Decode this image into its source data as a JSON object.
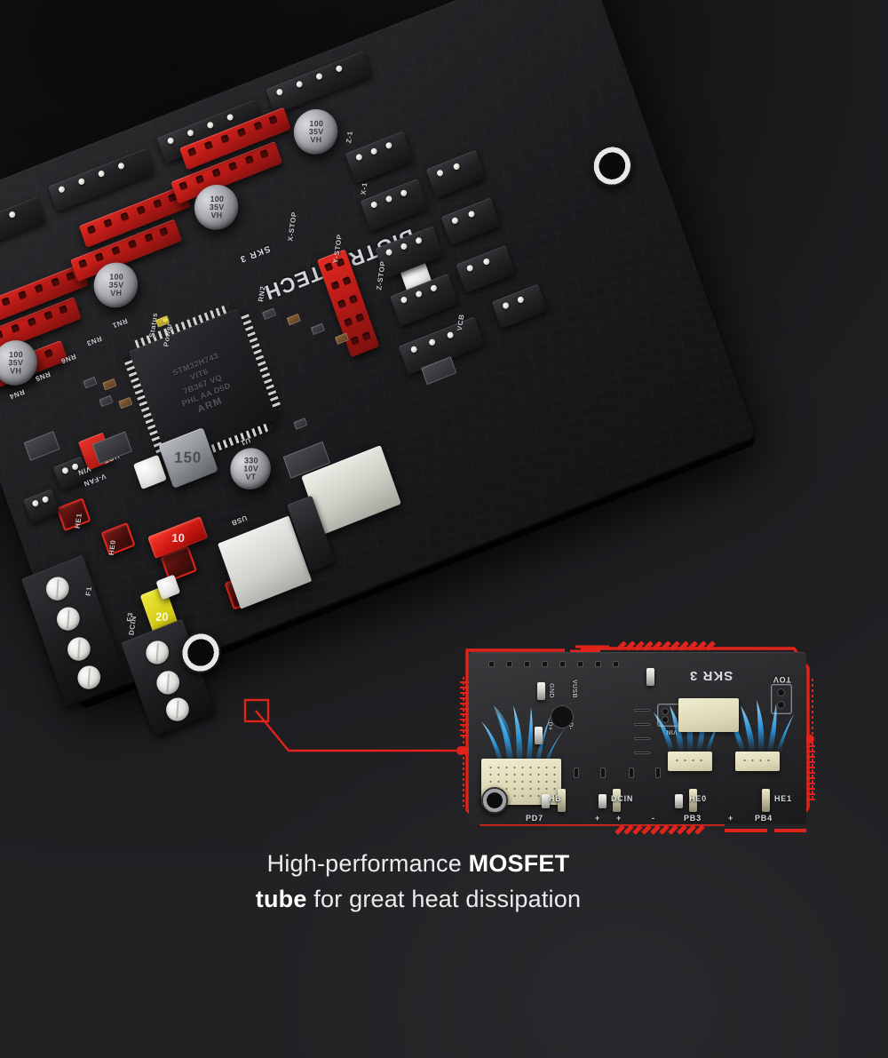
{
  "page": {
    "background_color": "#1c1c1e",
    "accent_color": "#e0231b",
    "airflow_color": "#1d8fe0"
  },
  "caption": {
    "line1_plain": "High-performance ",
    "line1_bold": "MOSFET",
    "line2_bold": "tube",
    "line2_plain": " for great heat dissipation",
    "full_text": "High-performance MOSFET tube for great heat dissipation"
  },
  "board": {
    "brand_silkscreen": "BIGTREETECH",
    "model_silkscreen": "SKR 3",
    "mcu": {
      "line1": "STM32H743",
      "line2": "VIT6",
      "line3": "7B367  VQ",
      "line4": "PHL  AA  D5D",
      "line5": "ARM"
    },
    "capacitors": [
      {
        "value": "100",
        "voltage": "35V",
        "code": "VH"
      },
      {
        "value": "100",
        "voltage": "35V",
        "code": "VH"
      },
      {
        "value": "100",
        "voltage": "35V",
        "code": "VH"
      },
      {
        "value": "100",
        "voltage": "35V",
        "code": "VH"
      },
      {
        "value": "330",
        "voltage": "10V",
        "code": "VT"
      }
    ],
    "inductor_label": "150",
    "fuses": [
      {
        "rating": "10",
        "color": "red"
      },
      {
        "rating": "20",
        "color": "yellow"
      }
    ],
    "silkscreen_labels": [
      "RN4",
      "RN5",
      "RN6",
      "RN3",
      "RN1",
      "Status",
      "Power",
      "RN2",
      "X-STOP",
      "Y-STOP",
      "Z-STOP",
      "V-FAN",
      "VIN",
      "VOT",
      "USB",
      "HE0",
      "HE1",
      "DCIN",
      "Z-1",
      "X-1",
      "VCB",
      "U1",
      "F1",
      "F3"
    ]
  },
  "inset": {
    "model_text": "SKR 3",
    "top_label": "TOV",
    "connector_labels": [
      "GND",
      "VUSB",
      "D+",
      "D-",
      "VIN"
    ],
    "bottom_labels": [
      {
        "name": "HB",
        "pin": "PD7"
      },
      {
        "name": "",
        "pin": "+"
      },
      {
        "name": "DCIN",
        "pin": "+"
      },
      {
        "name": "",
        "pin": "-"
      },
      {
        "name": "HE0",
        "pin": "PB3"
      },
      {
        "name": "",
        "pin": "+"
      },
      {
        "name": "HE1",
        "pin": "PB4"
      }
    ],
    "airflow_count": 4
  }
}
